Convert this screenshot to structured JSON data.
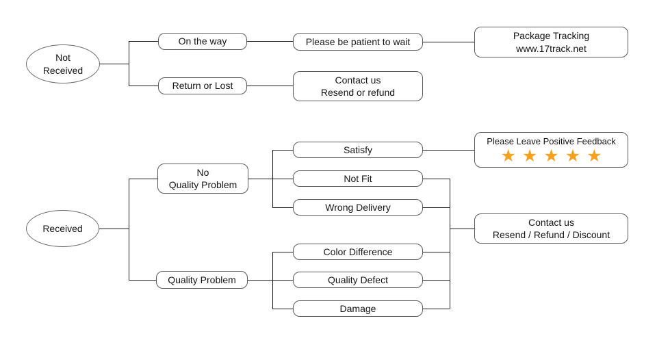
{
  "diagram": {
    "not_received_flow": {
      "root": "Not\nReceived",
      "on_the_way": "On the way",
      "be_patient": "Please be patient to wait",
      "package_tracking": "Package Tracking\nwww.17track.net",
      "return_or_lost": "Return or Lost",
      "contact_resend_refund": "Contact us\nResend or refund"
    },
    "received_flow": {
      "root": "Received",
      "no_quality_problem": "No\nQuality Problem",
      "quality_problem": "Quality Problem",
      "satisfy": "Satisfy",
      "not_fit": "Not Fit",
      "wrong_delivery": "Wrong Delivery",
      "color_difference": "Color Difference",
      "quality_defect": "Quality Defect",
      "damage": "Damage",
      "positive_feedback": "Please Leave Positive Feedback",
      "contact_resend_refund_discount": "Contact us\nResend / Refund / Discount"
    },
    "feedback_stars": {
      "count": 5,
      "icon_name": "star-icon",
      "glyph": "★"
    },
    "colors": {
      "star": "#F6A01C",
      "box_border": "#595959",
      "line": "#1a1a1a",
      "background": "#ffffff"
    }
  }
}
